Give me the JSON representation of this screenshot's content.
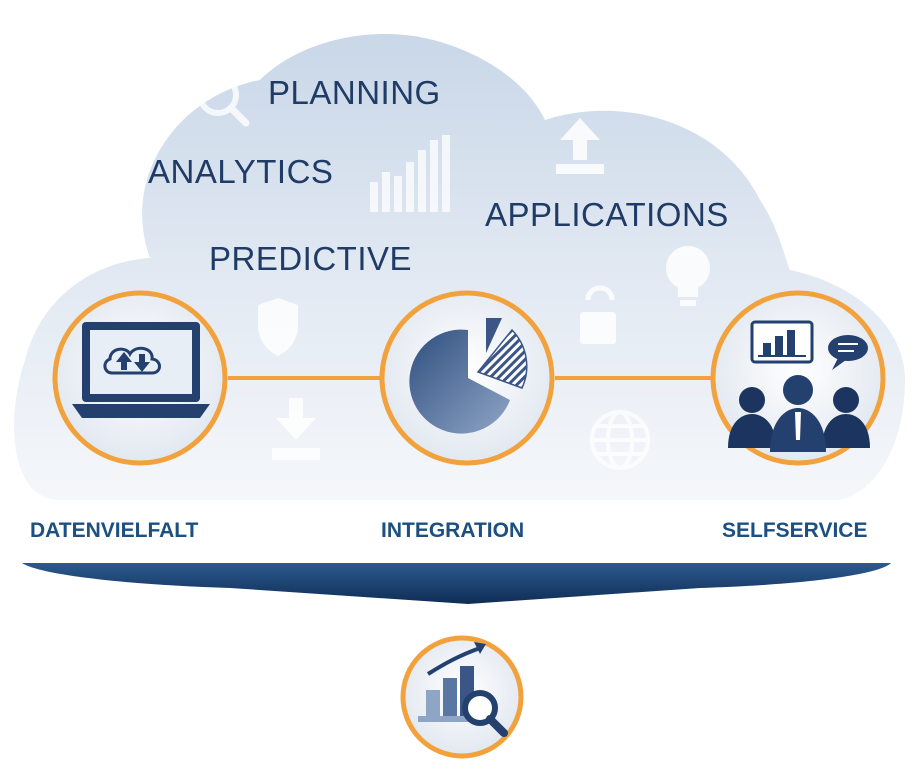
{
  "cloud_terms": {
    "planning": "PLANNING",
    "analytics": "ANALYTICS",
    "applications": "APPLICATIONS",
    "predictive": "PREDICTIVE"
  },
  "nodes": [
    {
      "label": "DATENVIELFALT",
      "icon": "laptop-cloud-sync-icon"
    },
    {
      "label": "INTEGRATION",
      "icon": "pie-chart-icon"
    },
    {
      "label": "SELFSERVICE",
      "icon": "users-presentation-icon"
    }
  ],
  "result_icon": "growth-chart-magnifier-icon",
  "background_icons": [
    "search-icon",
    "bar-chart-icon",
    "upload-icon",
    "lightbulb-icon",
    "shield-icon",
    "padlock-icon",
    "download-icon",
    "globe-icon"
  ],
  "colors": {
    "accent_orange": "#f2a23c",
    "text_navy": "#1f3b66",
    "label_blue": "#1c4f82",
    "cloud_fill": "#dce6f1",
    "icon_navy": "#23406f"
  }
}
